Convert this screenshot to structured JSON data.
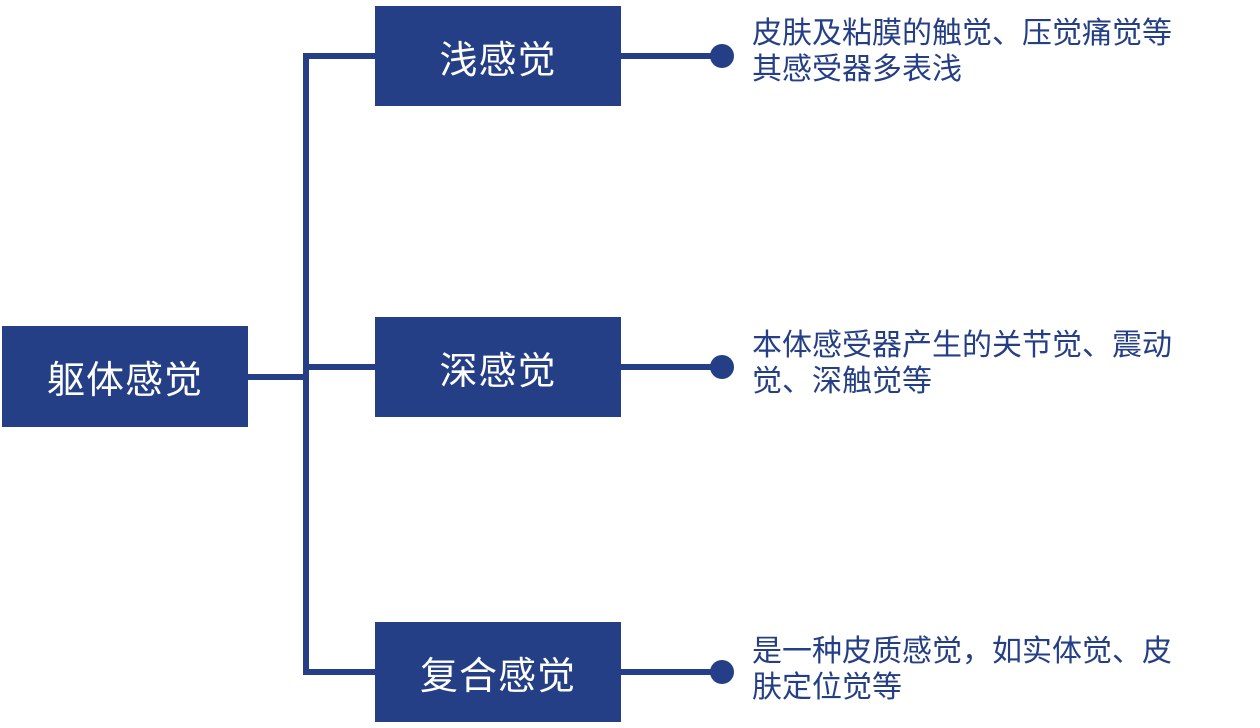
{
  "colors": {
    "primary": "#253f86",
    "background": "#ffffff",
    "node_text": "#ffffff"
  },
  "root": {
    "label": "躯体感觉"
  },
  "branches": [
    {
      "label": "浅感觉",
      "description_lines": [
        "皮肤及粘膜的触觉、压觉痛觉等",
        "其感受器多表浅"
      ]
    },
    {
      "label": "深感觉",
      "description_lines": [
        "本体感受器产生的关节觉、震动",
        "觉、深触觉等"
      ]
    },
    {
      "label": "复合感觉",
      "description_lines": [
        "是一种皮质感觉，如实体觉、皮",
        "肤定位觉等"
      ]
    }
  ]
}
